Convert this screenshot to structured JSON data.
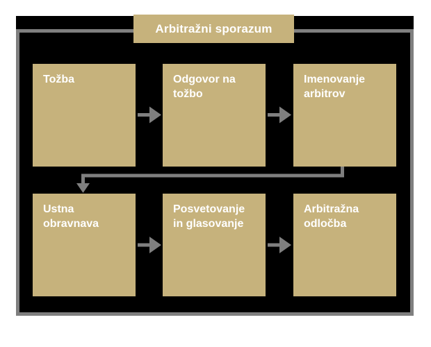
{
  "title": "Arbitražni sporazum",
  "nodes": [
    {
      "id": "tozba",
      "label": "Tožba"
    },
    {
      "id": "odgovor-na-tozbo",
      "label": "Odgovor na tožbo"
    },
    {
      "id": "imenovanje-arbitrov",
      "label": "Imenovanje arbitrov"
    },
    {
      "id": "ustna-obravnava",
      "label": "Ustna obravnava"
    },
    {
      "id": "posvetovanje-in-glasovanje",
      "label": "Posvetovanje in glasovanje"
    },
    {
      "id": "arbitrazna-odlocba",
      "label": "Arbitražna odločba"
    }
  ],
  "colors": {
    "box_fill": "#c6b27c",
    "arrow_gray": "#7f7f7f",
    "frame_background": "#000000",
    "page_background": "#ffffff",
    "text": "#ffffff"
  }
}
